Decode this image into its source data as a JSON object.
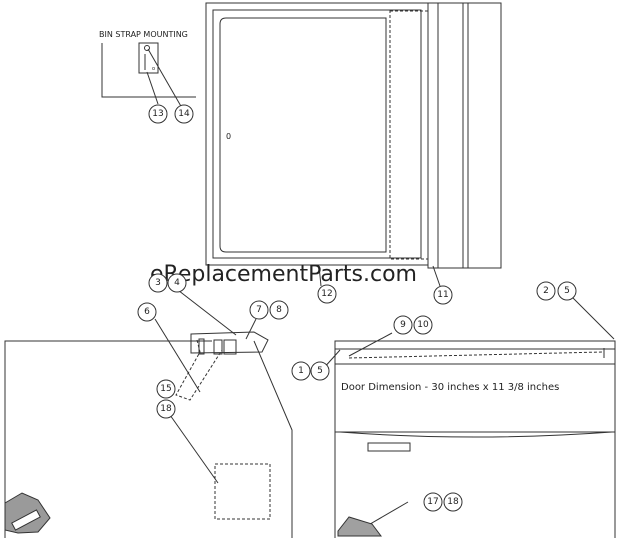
{
  "labels": {
    "bin_strap": "BIN STRAP MOUNTING",
    "door_dimension": "Door Dimension - 30 inches x 11 3/8 inches",
    "watermark": "eReplacementParts.com",
    "panel_mark": "0"
  },
  "callouts": [
    "13",
    "14",
    "12",
    "11",
    "3",
    "4",
    "7",
    "8",
    "6",
    "15",
    "18",
    "9",
    "10",
    "1",
    "5",
    "2",
    "5",
    "17",
    "18"
  ]
}
